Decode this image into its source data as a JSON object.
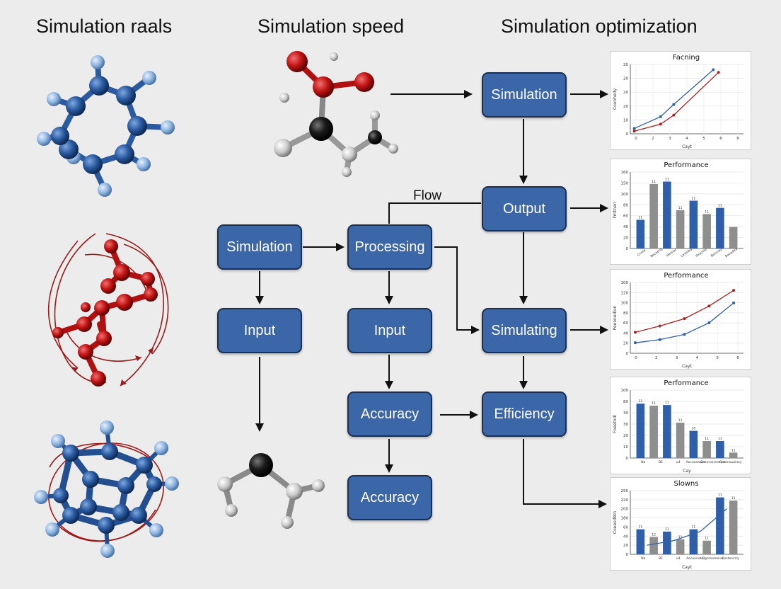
{
  "columns": {
    "left": "Simulation raals",
    "middle": "Simulation speed",
    "right": "Simulation optimization"
  },
  "flow_label": "Flow",
  "nodes": {
    "sim_top": "Simulation",
    "output": "Output",
    "simulating": "Simulating",
    "efficiency": "Efficiency",
    "sim_left": "Simulation",
    "processing": "Processing",
    "input_left": "Input",
    "input_mid": "Input",
    "accuracy_1": "Accuracy",
    "accuracy_2": "Accuracy"
  },
  "chart_data": [
    {
      "type": "line",
      "title": "Facning",
      "xlabel": "Cayt",
      "ylabel": "Coonhedy",
      "x": [
        0,
        2,
        3,
        6
      ],
      "xticks": [
        "0",
        "2",
        "3",
        "4",
        "5",
        "6",
        "8"
      ],
      "yticks": [
        "0",
        "10",
        "20",
        "20",
        "20",
        "20"
      ],
      "series": [
        {
          "color": "#2f5fa8",
          "x": [
            0,
            2,
            3,
            6
          ],
          "y": [
            10,
            32,
            55,
            120
          ]
        },
        {
          "color": "#b02020",
          "x": [
            0,
            2,
            3,
            6.4
          ],
          "y": [
            5,
            18,
            35,
            115
          ]
        }
      ],
      "xlim": [
        -0.3,
        8.3
      ],
      "ylim": [
        0,
        130
      ],
      "grid": true
    },
    {
      "type": "bar",
      "title": "Performance",
      "ylabel": "Frntnen",
      "yticks": [
        "0",
        "20",
        "40",
        "60",
        "80",
        "100",
        "150",
        "160"
      ],
      "categories": [
        "Cnnte",
        "Beceeng",
        "Heonar",
        "Laveted",
        "Peacitte",
        "Benciay",
        "Banadea"
      ],
      "series": [
        {
          "color": "#2f5fa8",
          "values": [
            60,
            0,
            140,
            0,
            100,
            0,
            85
          ]
        },
        {
          "color": "#8e8e8e",
          "values": [
            0,
            135,
            0,
            80,
            0,
            72,
            45
          ]
        }
      ],
      "bar_labels": [
        "11",
        "11",
        "11",
        "11",
        "11",
        "11",
        "11"
      ],
      "ylim": [
        0,
        160
      ],
      "grid": true
    },
    {
      "type": "line",
      "title": "Performance",
      "xlabel": "Cayt",
      "ylabel": "Peeonedlon",
      "xticks": [
        "0",
        "2",
        "3",
        "4",
        "5",
        "6"
      ],
      "yticks": [
        "0",
        "20",
        "40",
        "60",
        "80",
        "100",
        "120",
        "100"
      ],
      "series": [
        {
          "color": "#b02020",
          "x": [
            0,
            1.5,
            3,
            4.5,
            6
          ],
          "y": [
            40,
            52,
            66,
            90,
            120
          ]
        },
        {
          "color": "#2f5fa8",
          "x": [
            0,
            1.5,
            3,
            4.5,
            6
          ],
          "y": [
            20,
            26,
            36,
            58,
            96
          ]
        }
      ],
      "xlim": [
        -0.3,
        6.6
      ],
      "ylim": [
        0,
        135
      ],
      "grid": true
    },
    {
      "type": "bar",
      "title": "Performance",
      "xlabel": "Cay",
      "ylabel": "Foeetndl",
      "yticks": [
        "0",
        "10",
        "20",
        "30",
        "30",
        "80",
        "100"
      ],
      "categories": [
        "Na",
        "BE",
        "u4",
        "Aocuanaues",
        "Coennonmeraer",
        "Cnesnouainey"
      ],
      "series": [
        {
          "color": "#2f5fa8",
          "values": [
            80,
            78,
            40,
            25
          ]
        },
        {
          "color": "#8e8e8e",
          "values": [
            77,
            52,
            25,
            8
          ]
        }
      ],
      "bar_labels": [
        "11",
        "11",
        "11",
        "11",
        "10",
        "11",
        "11",
        "11"
      ],
      "ylim": [
        0,
        100
      ],
      "grid": true
    },
    {
      "type": "bar",
      "title": "Slowns",
      "xlabel": "Cayt",
      "ylabel": "Coeesdbtn",
      "yticks": [
        "0",
        "20",
        "40",
        "60",
        "180",
        "200",
        "220",
        "250"
      ],
      "categories": [
        "Na",
        "BE",
        "u4",
        "Aocunnatos",
        "Cgssnomeras",
        "Costencrry"
      ],
      "series": [
        {
          "color": "#2f5fa8",
          "values": [
            55,
            50,
            55,
            125
          ]
        },
        {
          "color": "#8e8e8e",
          "values": [
            38,
            33,
            30,
            118
          ]
        }
      ],
      "trend": {
        "color": "#2f5fa8",
        "values": [
          20,
          30,
          50,
          100
        ]
      },
      "bar_labels": [
        "11",
        "12",
        "11",
        "11",
        "11",
        "11",
        "11",
        "11"
      ],
      "ylim": [
        0,
        140
      ],
      "grid": true
    }
  ]
}
